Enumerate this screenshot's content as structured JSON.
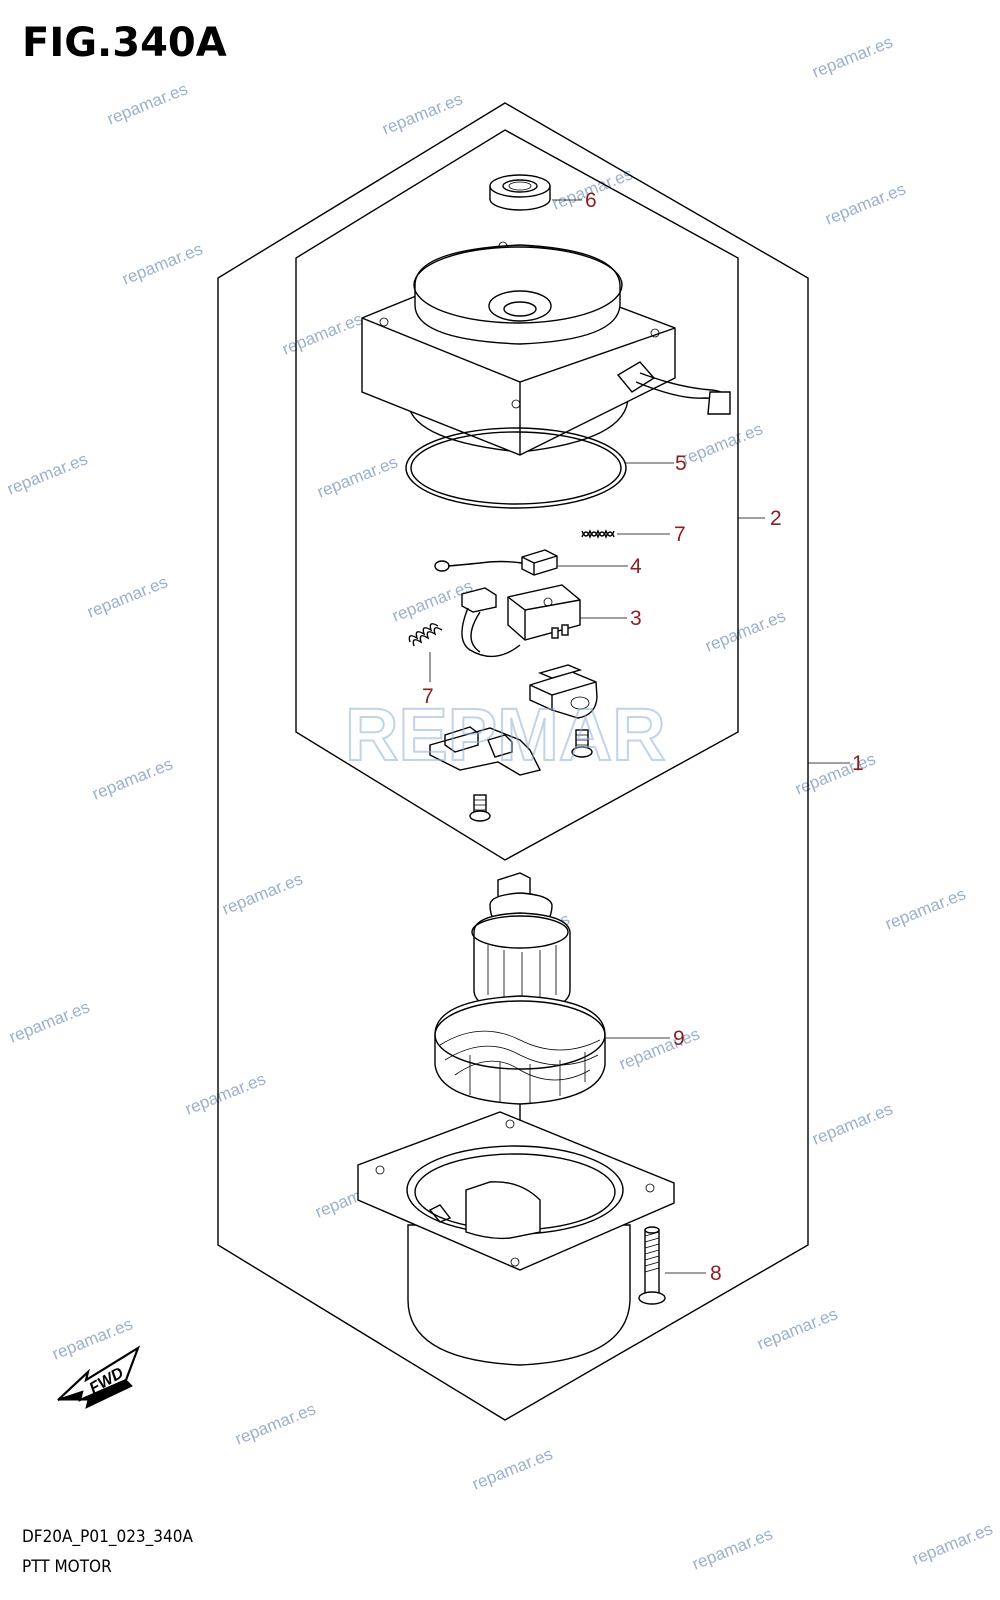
{
  "figure": {
    "title": "FIG.340A",
    "code": "DF20A_P01_023_340A",
    "caption": "PTT MOTOR"
  },
  "fwd_label": "FWD",
  "logo_text": "REPMAR",
  "watermark_text": "repamar.es",
  "colors": {
    "callout": "#8b1e1e",
    "watermark": "#9bb0cc"
  },
  "callouts": [
    {
      "id": "1",
      "label": "1"
    },
    {
      "id": "2",
      "label": "2"
    },
    {
      "id": "3",
      "label": "3"
    },
    {
      "id": "4",
      "label": "4"
    },
    {
      "id": "5",
      "label": "5"
    },
    {
      "id": "6",
      "label": "6"
    },
    {
      "id": "7a",
      "label": "7"
    },
    {
      "id": "7b",
      "label": "7"
    },
    {
      "id": "8",
      "label": "8"
    },
    {
      "id": "9",
      "label": "9"
    }
  ]
}
